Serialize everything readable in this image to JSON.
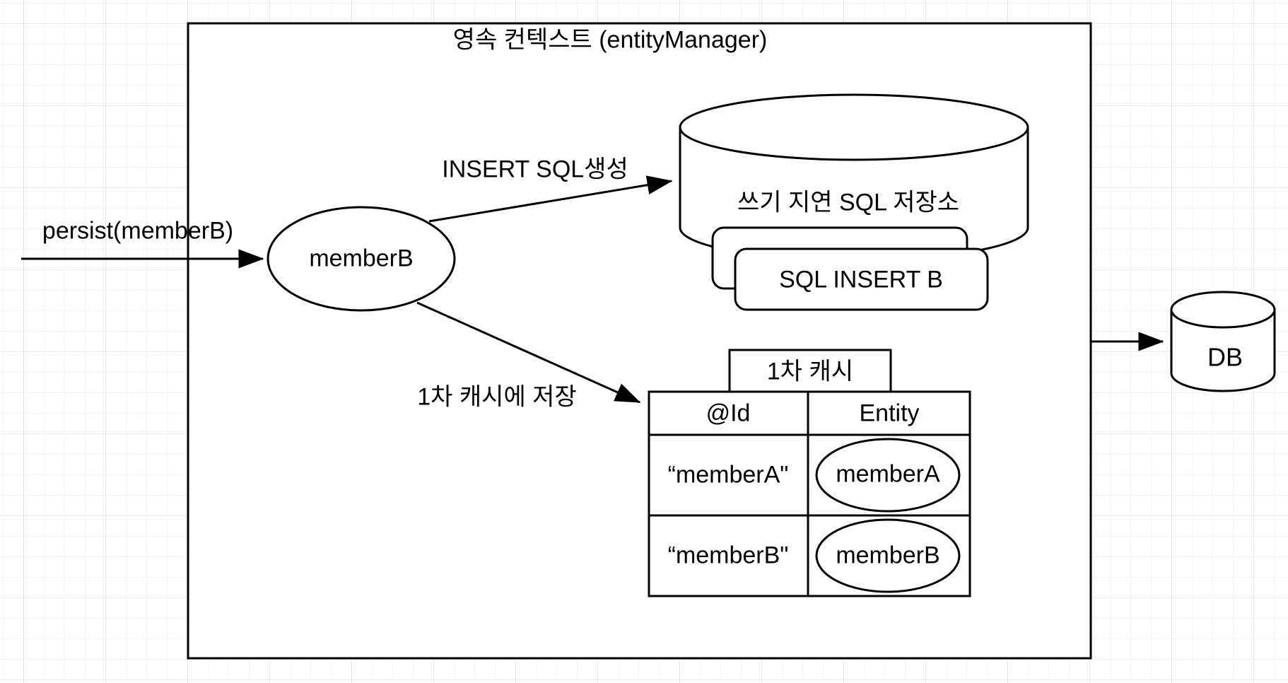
{
  "title": "영속 컨텍스트 (entityManager)",
  "labels": {
    "persist": "persist(memberB)",
    "entity": "memberB",
    "insert_sql": "INSERT SQL생성",
    "sql_store": "쓰기 지연 SQL 저장소",
    "sql_item": "SQL INSERT B",
    "save_cache": "1차 캐시에 저장",
    "db": "DB"
  },
  "cache": {
    "tab": "1차 캐시",
    "columns": [
      "@Id",
      "Entity"
    ],
    "rows": [
      {
        "id": "“memberA\"",
        "entity": "memberA"
      },
      {
        "id": "“memberB\"",
        "entity": "memberB"
      }
    ]
  },
  "colors": {
    "stroke": "#000000",
    "shape_fill": "#ffffff",
    "grid_minor": "#f4f4f4",
    "grid_major": "#e9e9e9"
  }
}
